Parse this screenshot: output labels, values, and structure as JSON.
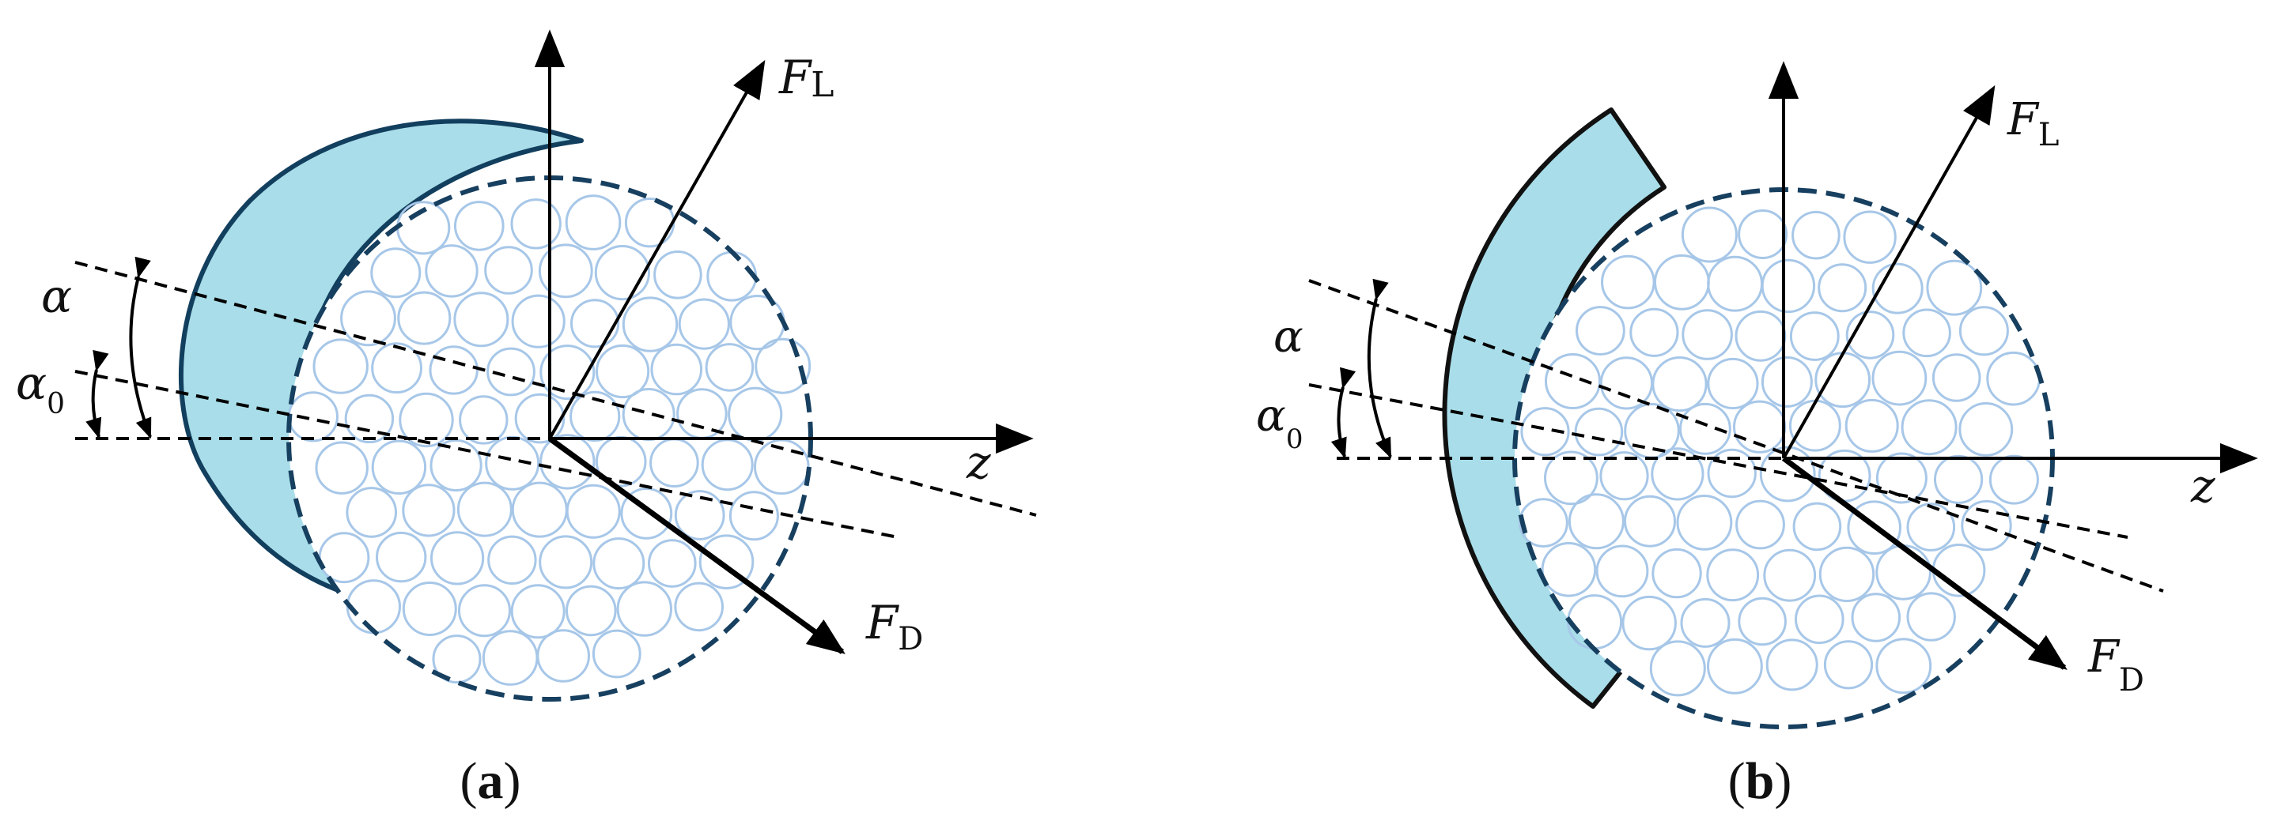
{
  "panels": [
    {
      "id": "a",
      "caption_open": "(",
      "caption_letter": "a",
      "caption_close": ")",
      "labels": {
        "lift_F": "F",
        "lift_sub": "L",
        "drag_F": "F",
        "drag_sub": "D",
        "z": "z",
        "alpha": "α",
        "alpha0": "α",
        "alpha0_sub": "0"
      }
    },
    {
      "id": "b",
      "caption_open": "(",
      "caption_letter": "b",
      "caption_close": ")",
      "labels": {
        "lift_F": "F",
        "lift_sub": "L",
        "drag_F": "F",
        "drag_sub": "D",
        "z": "z",
        "alpha": "α",
        "alpha0": "α",
        "alpha0_sub": "0"
      }
    }
  ],
  "colors": {
    "ice": "#a8dde9",
    "ice_outline_a": "#123f5e",
    "ice_outline_b": "#111111",
    "conductor_outline": "#173f5f",
    "strand": "#a7c7e8",
    "line": "#000000"
  }
}
